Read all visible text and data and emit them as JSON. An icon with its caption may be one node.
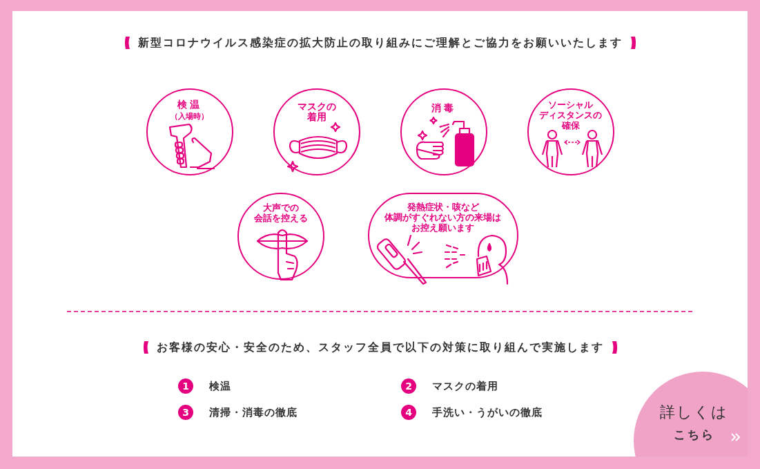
{
  "diagram": {
    "title": "新型コロナウイルス感染症の拡大防止の取り組みにご理解とご協力をお願いいたします",
    "nodes": [
      {
        "text": [
          "検温",
          "（入場時）"
        ]
      },
      {
        "text": [
          "マスクの着用"
        ]
      },
      {
        "text": [
          "消毒"
        ]
      },
      {
        "text": [
          "ソーシャルディスタンスの確保"
        ]
      },
      {
        "text": [
          "大声での会話を控える"
        ]
      },
      {
        "text": [
          "発熱症状・咳など体調がすぐれない方の来場はお控え願います"
        ]
      },
      {
        "text": [
          "詳しくは",
          "こちら"
        ]
      }
    ],
    "labels": [
      "お客様の安心・安全のため、スタッフ全員で以下の対策に取り組んで実施します",
      "1",
      "検温",
      "2",
      "マスクの着用",
      "3",
      "清掃・消毒の徹底",
      "4",
      "手洗い・うがいの徹底"
    ]
  }
}
